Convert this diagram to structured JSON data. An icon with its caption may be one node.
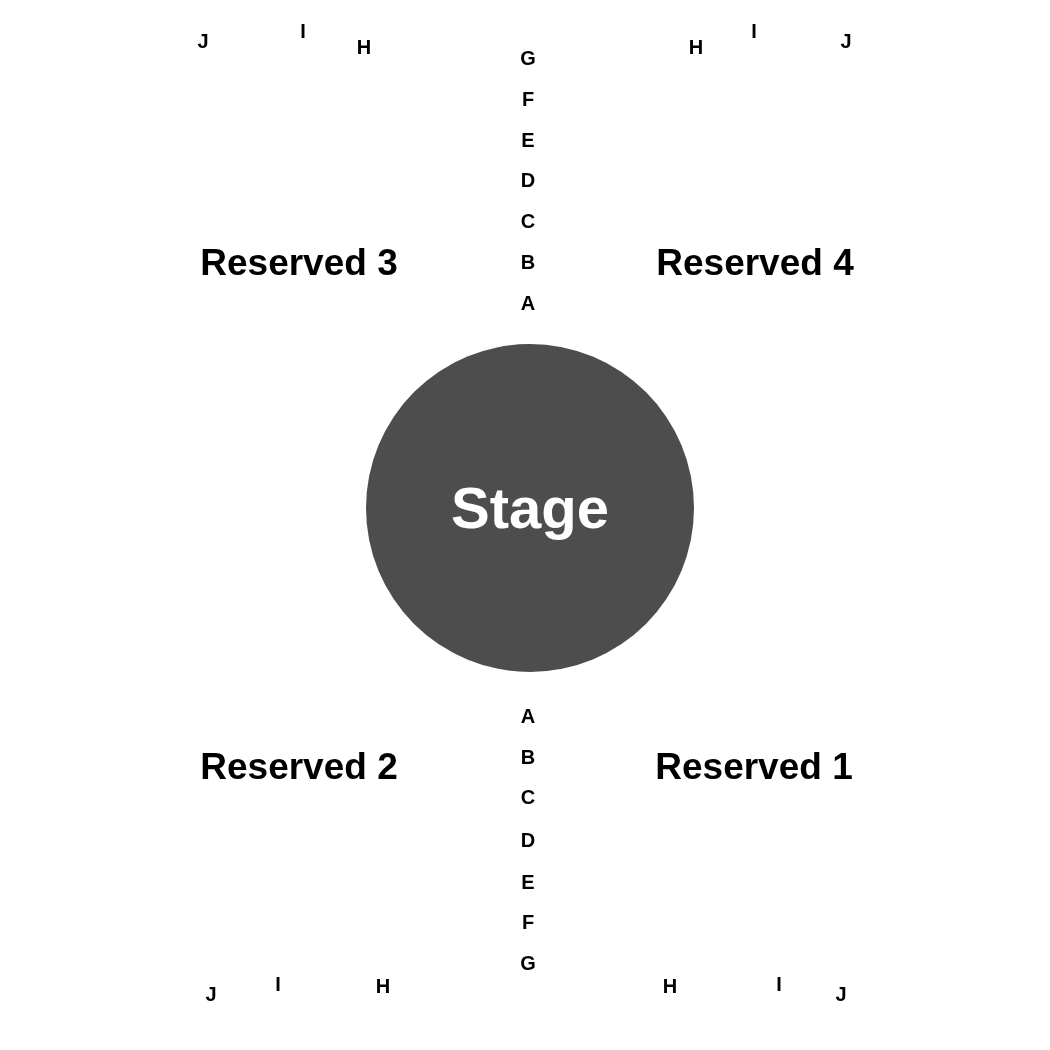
{
  "diagram": {
    "nodes": [
      {
        "text": [
          "Stage"
        ]
      }
    ],
    "edges": [],
    "labels": [
      "J",
      "I",
      "H",
      "H",
      "I",
      "J",
      "G",
      "F",
      "E",
      "D",
      "C",
      "B",
      "A",
      "Reserved 3",
      "Reserved 4",
      "A",
      "B",
      "C",
      "D",
      "E",
      "F",
      "G",
      "Reserved 2",
      "Reserved 1",
      "J",
      "I",
      "H",
      "H",
      "I",
      "J"
    ]
  }
}
